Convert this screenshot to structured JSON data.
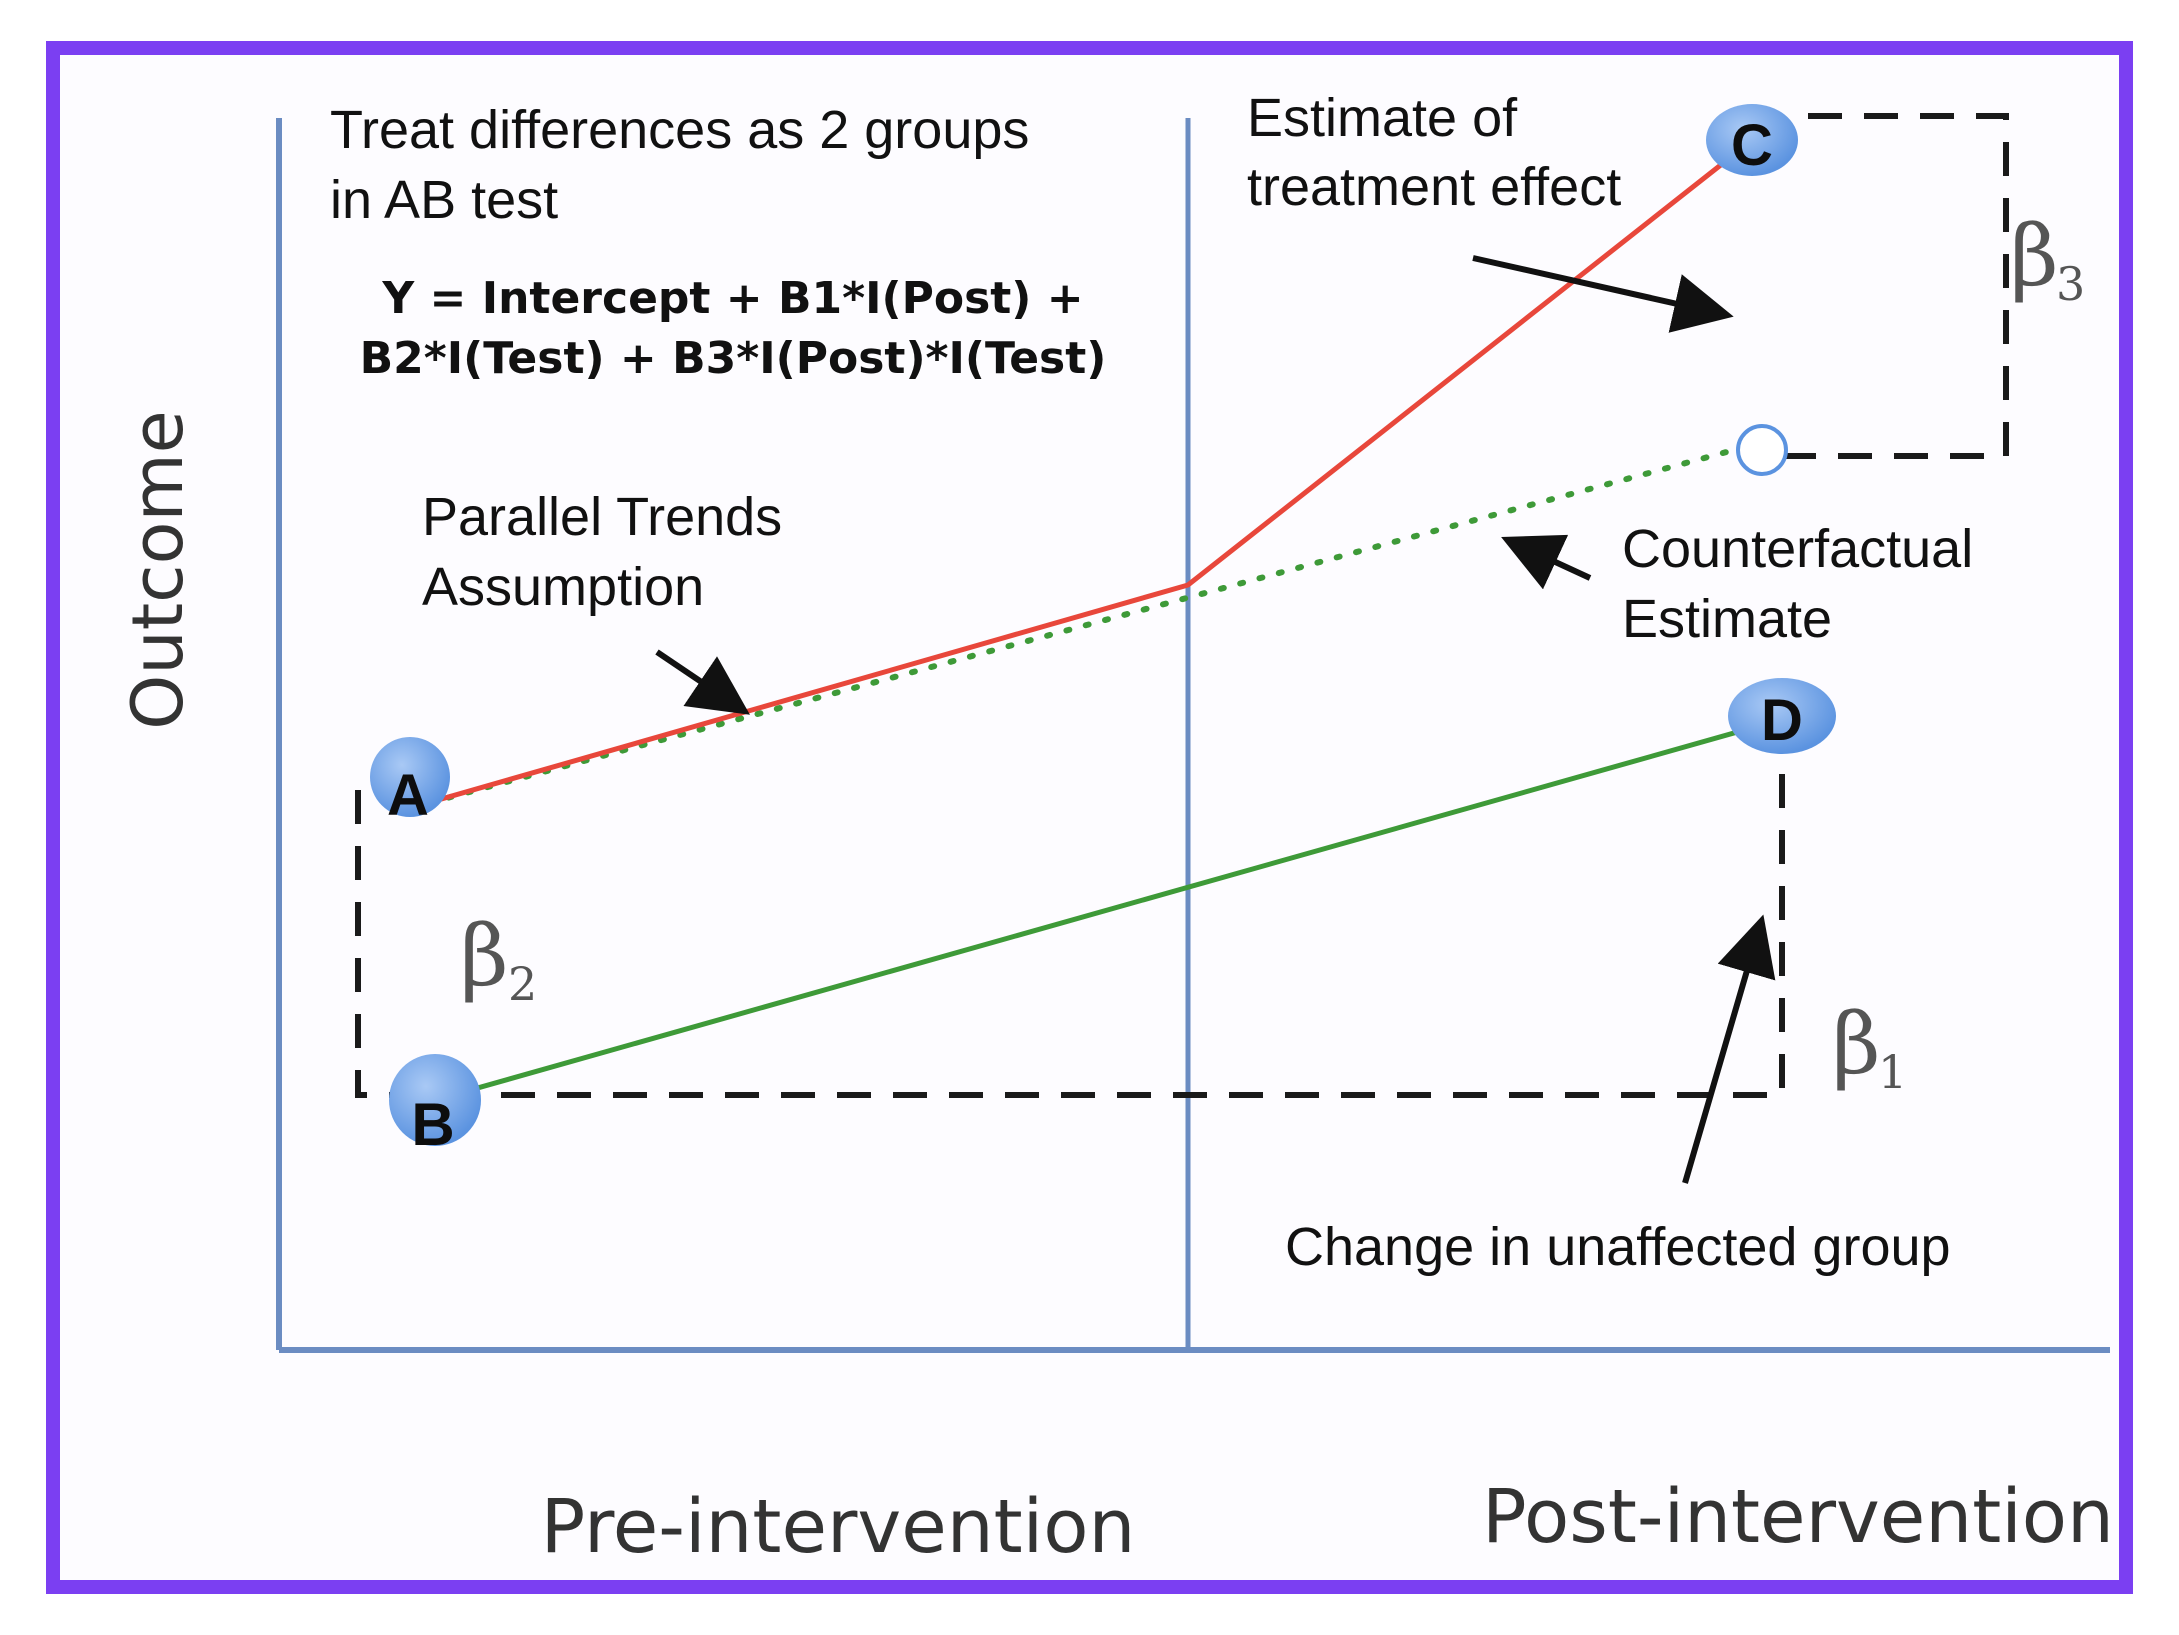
{
  "header": {
    "line1": "Treat differences as 2 groups",
    "line2": "in AB test"
  },
  "formula": {
    "line1": "Y = Intercept + B1*I(Post) +",
    "line2": "B2*I(Test) + B3*I(Post)*I(Test)"
  },
  "annotations": {
    "estimate_line1": "Estimate of",
    "estimate_line2": "treatment effect",
    "parallel_line1": "Parallel Trends",
    "parallel_line2": "Assumption",
    "counterfactual_line1": "Counterfactual",
    "counterfactual_line2": "Estimate",
    "change": "Change in unaffected group"
  },
  "axes": {
    "y_label": "Outcome",
    "x_label_pre": "Pre-intervention",
    "x_label_post": "Post-intervention"
  },
  "points": {
    "a": "A",
    "b": "B",
    "c": "C",
    "d": "D"
  },
  "betas": {
    "b1": {
      "symbol": "β",
      "sub": "1"
    },
    "b2": {
      "symbol": "β",
      "sub": "2"
    },
    "b3": {
      "symbol": "β",
      "sub": "3"
    }
  },
  "colors": {
    "frame": "#7b3ff2",
    "axis": "#6b8cc2",
    "treatment_line": "#e8473b",
    "control_line": "#3e9a38",
    "counterfactual": "#3e9a38",
    "point_fill": "#6ea3e8"
  }
}
